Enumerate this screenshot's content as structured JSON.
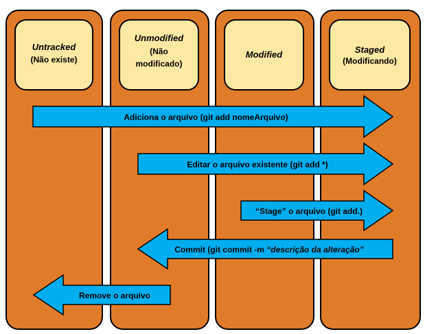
{
  "states": [
    {
      "name": "untracked",
      "title": "Untracked",
      "sub": [
        "(Não existe)"
      ]
    },
    {
      "name": "unmodified",
      "title": "Unmodified",
      "sub": [
        "(Não",
        "modificado)"
      ]
    },
    {
      "name": "modified",
      "title": "Modified",
      "sub": []
    },
    {
      "name": "staged",
      "title": "Staged",
      "sub": [
        "(Modificando)"
      ]
    }
  ],
  "transitions": [
    {
      "name": "add-file",
      "from": "untracked",
      "to": "staged",
      "direction": "right",
      "label": "Adiciona o arquivo (git add nomeArquivo)"
    },
    {
      "name": "edit-file",
      "from": "unmodified",
      "to": "staged",
      "direction": "right",
      "label": "Editar o arquivo existente (git add *)"
    },
    {
      "name": "stage-file",
      "from": "modified",
      "to": "staged",
      "direction": "right",
      "label": "“Stage” o arquivo (git add.)"
    },
    {
      "name": "commit",
      "from": "staged",
      "to": "unmodified",
      "direction": "left",
      "label": "Commit (git commit -m ",
      "label_italic": "“descrição da alteração”"
    },
    {
      "name": "remove-file",
      "from": "unmodified",
      "to": "untracked",
      "direction": "left",
      "label": "Remove o arquivo"
    }
  ],
  "colors": {
    "lane": "#e07b2a",
    "state_box": "#fde8a4",
    "arrow": "#00aeef",
    "outline": "#000000"
  }
}
